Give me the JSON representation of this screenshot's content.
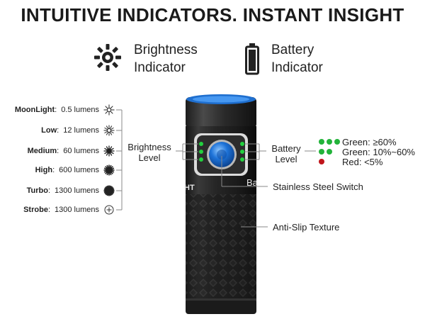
{
  "headline": "INTUITIVE INDICATORS. INSTANT INSIGHT",
  "legend": {
    "brightness": {
      "line1": "Brightness",
      "line2": "Indicator",
      "icon": "sun-icon"
    },
    "battery": {
      "line1": "Battery",
      "line2": "Indicator",
      "icon": "battery-icon"
    }
  },
  "modes": [
    {
      "name": "MoonLight",
      "lumens": "0.5 lumens",
      "icon": "starburst-icon"
    },
    {
      "name": "Low",
      "lumens": "12 lumens",
      "icon": "starburst-icon"
    },
    {
      "name": "Medium",
      "lumens": "60 lumens",
      "icon": "starburst-icon"
    },
    {
      "name": "High",
      "lumens": "600 lumens",
      "icon": "starburst-icon"
    },
    {
      "name": "Turbo",
      "lumens": "1300 lumens",
      "icon": "starburst-icon"
    },
    {
      "name": "Strobe",
      "lumens": "1300 lumens",
      "icon": "strobe-icon"
    }
  ],
  "callouts": {
    "brightness_level": {
      "line1": "Brightness",
      "line2": "Level"
    },
    "battery_level": {
      "line1": "Battery",
      "line2": "Level"
    },
    "switch": "Stainless Steel Switch",
    "texture": "Anti-Slip Texture"
  },
  "battery_status": [
    {
      "label": "Green: ≥60%",
      "dots": 3,
      "color": "#22b33a"
    },
    {
      "label": "Green: 10%~60%",
      "dots": 2,
      "color": "#22b33a"
    },
    {
      "label": "Red: <5%",
      "dots": 1,
      "color": "#c0151b"
    }
  ],
  "body_text_left": "HT",
  "body_text_right": "Ba",
  "colors": {
    "accent_blue": "#1e73d8",
    "indicator_green": "#22b33a",
    "indicator_red": "#c0151b",
    "line_gray": "#888888"
  }
}
